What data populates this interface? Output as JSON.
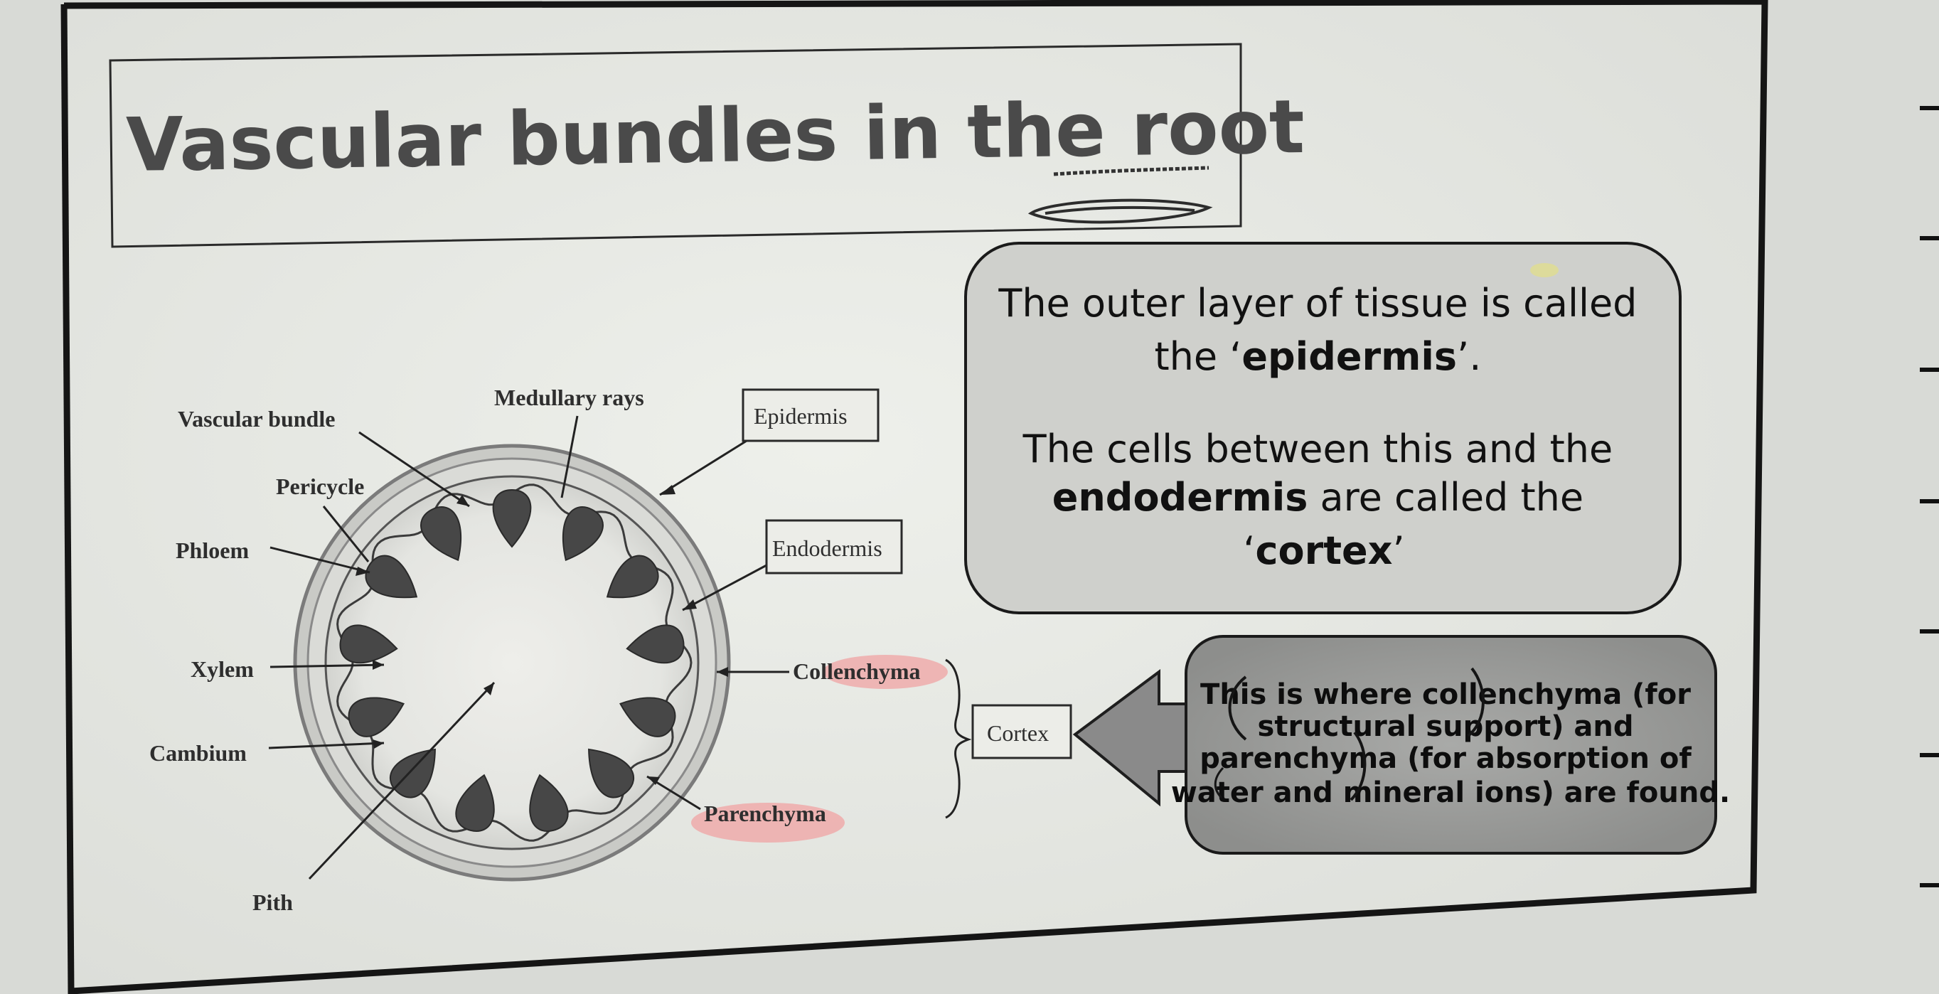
{
  "title": {
    "prefix": "Vascular bundles in the ",
    "underlined_word": "root"
  },
  "diagram_labels": {
    "vascular_bundle": "Vascular bundle",
    "medullary_rays": "Medullary rays",
    "pericycle": "Pericycle",
    "phloem": "Phloem",
    "xylem": "Xylem",
    "cambium": "Cambium",
    "pith": "Pith",
    "epidermis": "Epidermis",
    "endodermis": "Endodermis",
    "collenchyma": "Collenchyma",
    "parenchyma": "Parenchyma",
    "cortex": "Cortex"
  },
  "info_box_top": {
    "line1": "The outer layer of tissue is called",
    "line2_pre": "the ‘",
    "line2_bold": "epidermis",
    "line2_post": "’.",
    "line3": "The cells between this and the",
    "line4_bold": "endodermis",
    "line4_post": " are called the",
    "line5_pre": "‘",
    "line5_bold": "cortex",
    "line5_post": "’"
  },
  "info_box_cortex": {
    "line1": "This is where collenchyma (for",
    "line2": "structural support) and",
    "line3": "parenchyma (for absorption of",
    "line4": "water and mineral ions) are found."
  },
  "colors": {
    "paper": "#e9eae5",
    "border": "#151515",
    "highlight_pink": "#f0a3a3",
    "bundle_fill": "#474747",
    "cortex_box_fill": "#9b9b9b",
    "arrow_fill": "#8a8a8a"
  }
}
